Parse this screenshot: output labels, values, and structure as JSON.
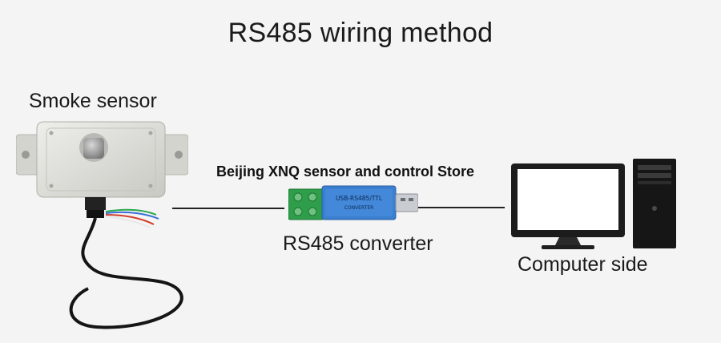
{
  "title": "RS485 wiring method",
  "labels": {
    "sensor": "Smoke sensor",
    "converter": "RS485 converter",
    "computer": "Computer side"
  },
  "watermark": "Beijing XNQ sensor and control Store",
  "device_text": {
    "converter_line1": "USB-RS485/TTL",
    "converter_line2": "CONVERTER"
  },
  "colors": {
    "background": "#f4f4f4",
    "terminal_green": "#2e9e4a",
    "converter_blue": "#3b7fd0",
    "sensor_body": "#dcdcd8"
  }
}
